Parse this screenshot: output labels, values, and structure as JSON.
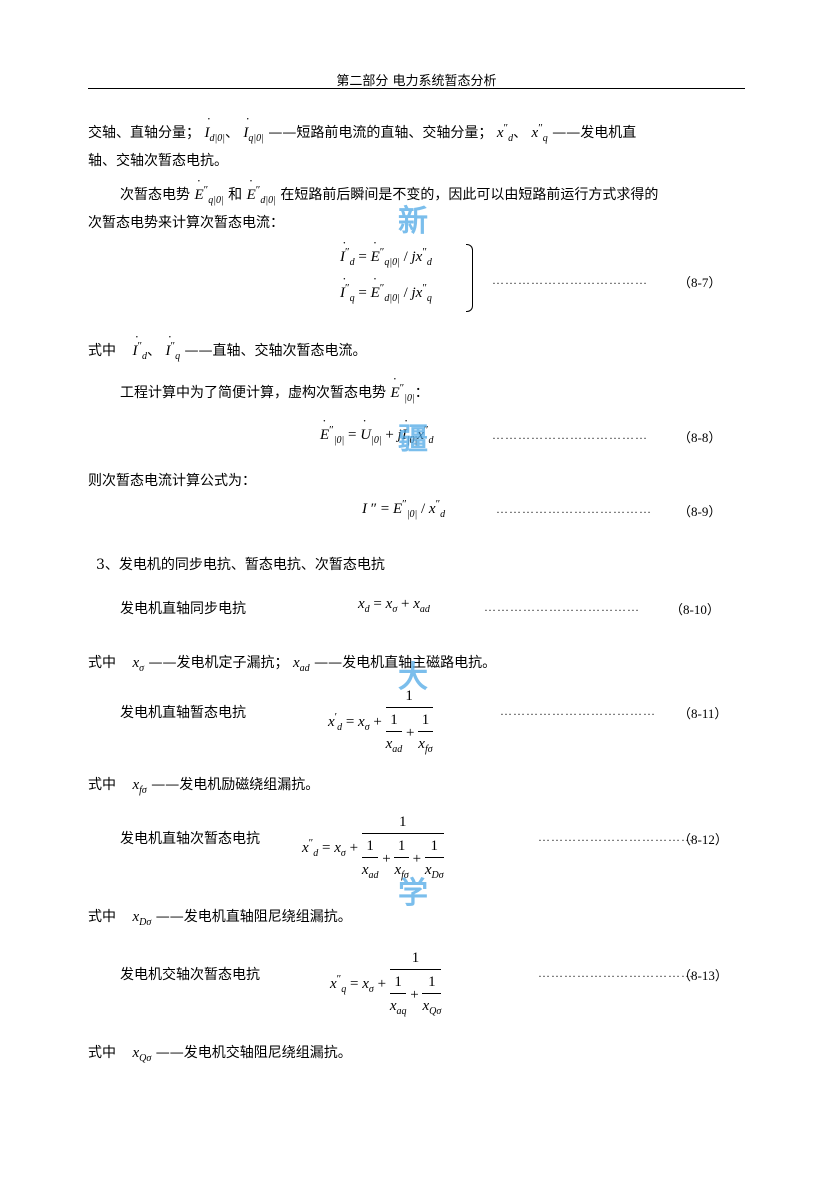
{
  "header": {
    "title": "第二部分 电力系统暂态分析"
  },
  "p1": {
    "a": "交轴、直轴分量；",
    "sep": "、",
    "dash1": "——",
    "b": "短路前电流的直轴、交轴分量；",
    "sep2": "、",
    "dash2": "——",
    "c": "发电机直",
    "line2": "轴、交轴次暂态电抗。"
  },
  "p2": {
    "a": "次暂态电势",
    "and": "和",
    "b": "在短路前后瞬间是不变的，因此可以由短路前运行方式求得的",
    "line2": "次暂态电势来计算次暂态电流："
  },
  "eq7": {
    "number": "（8-7）"
  },
  "where1": {
    "lead": "式中",
    "sep": "、",
    "dash": "——",
    "text": "直轴、交轴次暂态电流。"
  },
  "p3": {
    "text": "工程计算中为了简便计算，虚构次暂态电势",
    "colon": "："
  },
  "eq8": {
    "number": "（8-8）"
  },
  "p4": {
    "text": "则次暂态电流计算公式为："
  },
  "eq9": {
    "number": "（8-9）"
  },
  "sec3": {
    "title": "3、发电机的同步电抗、暂态电抗、次暂态电抗"
  },
  "eq10": {
    "label": "发电机直轴同步电抗",
    "number": "（8-10）"
  },
  "where2": {
    "lead": "式中",
    "dash": "——",
    "text1": "发电机定子漏抗；",
    "dash2": "——",
    "text2": "发电机直轴主磁路电抗。"
  },
  "eq11": {
    "label": "发电机直轴暂态电抗",
    "number": "（8-11）"
  },
  "where3": {
    "lead": "式中",
    "dash": "——",
    "text": "发电机励磁绕组漏抗。"
  },
  "eq12": {
    "label": "发电机直轴次暂态电抗",
    "number": "（8-12）"
  },
  "where4": {
    "lead": "式中",
    "dash": "——",
    "text": "发电机直轴阻尼绕组漏抗。"
  },
  "eq13": {
    "label": "发电机交轴次暂态电抗",
    "number": "（8-13）"
  },
  "where5": {
    "lead": "式中",
    "dash": "——",
    "text": "发电机交轴阻尼绕组漏抗。"
  },
  "dots": {
    "leader": "………………………………"
  },
  "watermark": {
    "c1": "新",
    "c2": "疆",
    "c3": "大",
    "c4": "学",
    "color": "#4fa9e6"
  }
}
